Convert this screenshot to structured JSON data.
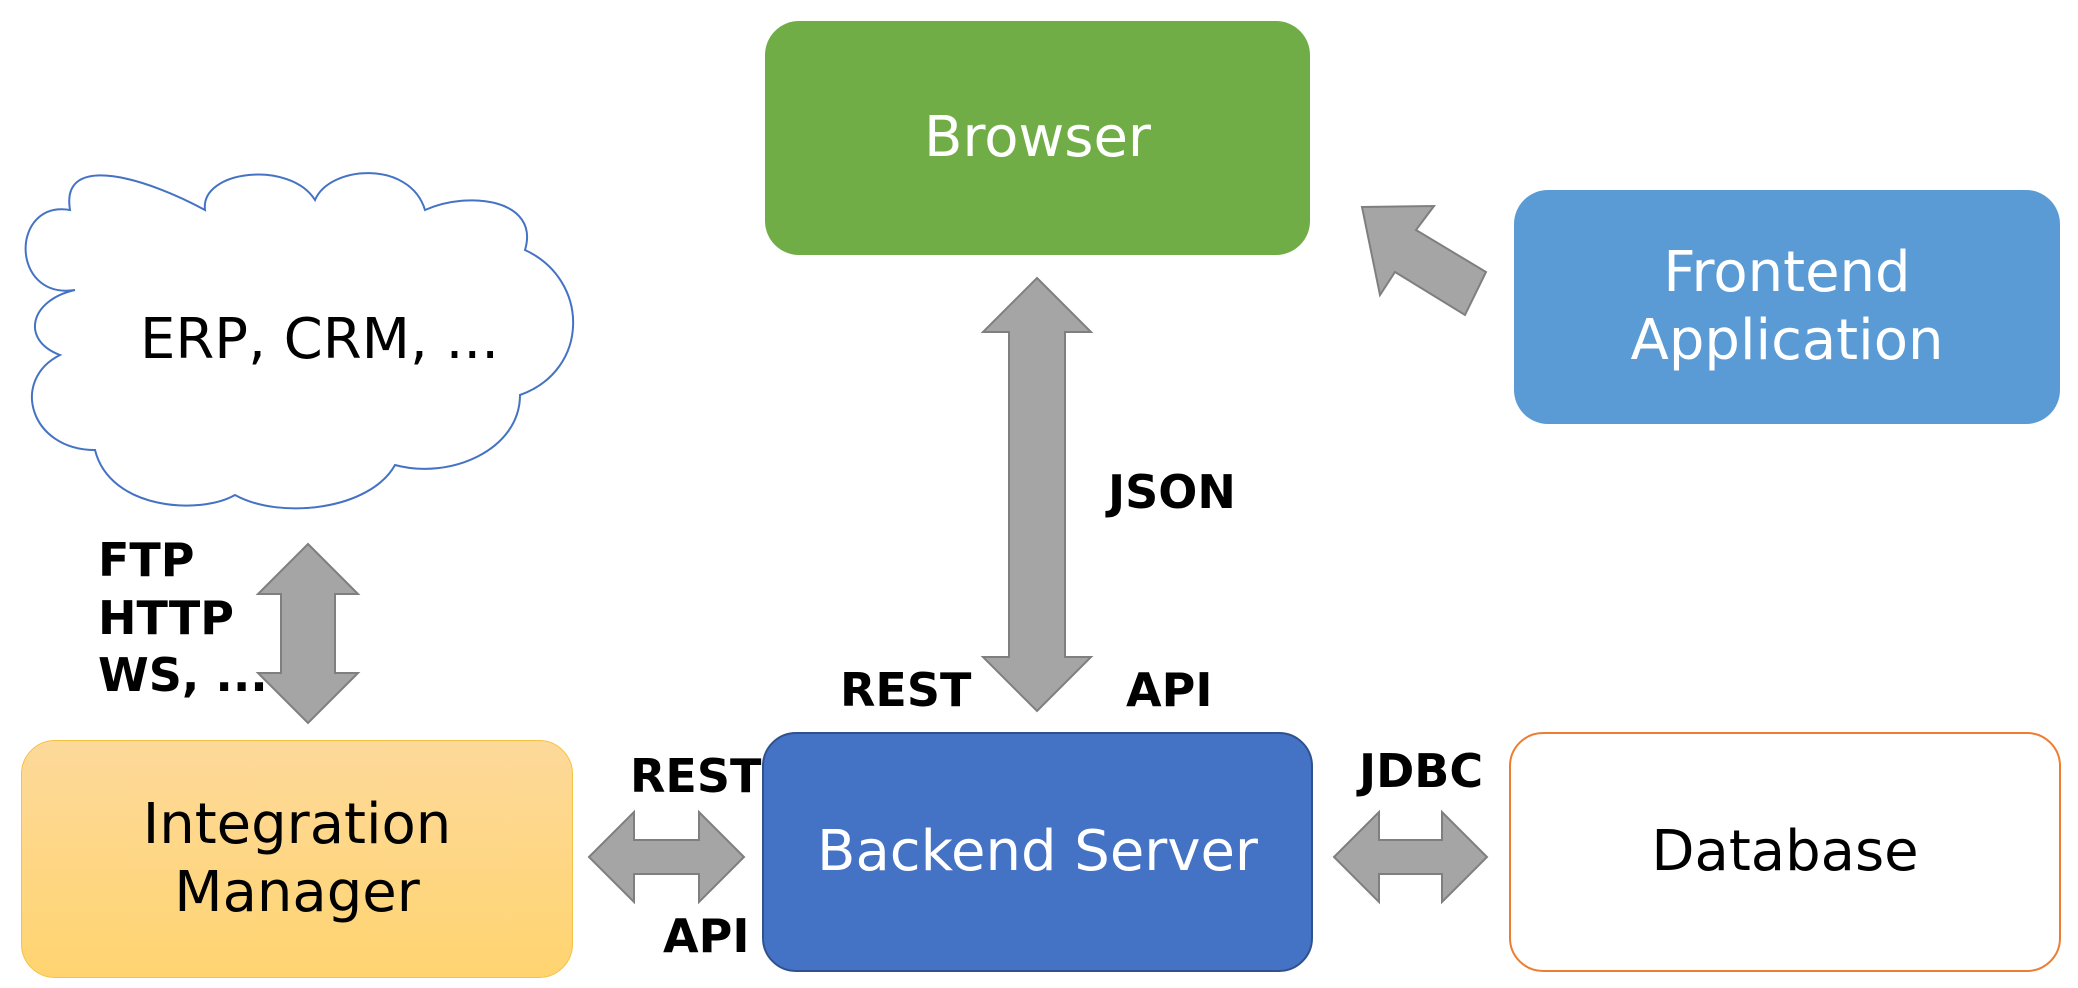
{
  "nodes": {
    "browser": {
      "label": "Browser",
      "fill": "#70ad47"
    },
    "frontend": {
      "label": "Frontend\nApplication",
      "fill": "#5b9bd5"
    },
    "cloud": {
      "label": "ERP, CRM, ..."
    },
    "integration": {
      "label": "Integration\nManager",
      "fill": "#ffd87d"
    },
    "backend": {
      "label": "Backend Server",
      "fill": "#4472c4"
    },
    "database": {
      "label": "Database",
      "border": "#ed7d31"
    }
  },
  "connectors": {
    "json": "JSON",
    "rest_api_top_left": "REST",
    "rest_api_top_right": "API",
    "integration_protocols": "FTP\nHTTP\nWS, ...",
    "rest_side": "REST",
    "api_side": "API",
    "jdbc": "JDBC"
  },
  "colors": {
    "arrow_fill": "#a5a5a5",
    "arrow_stroke": "#7f7f7f",
    "cloud_stroke": "#4472c4"
  }
}
